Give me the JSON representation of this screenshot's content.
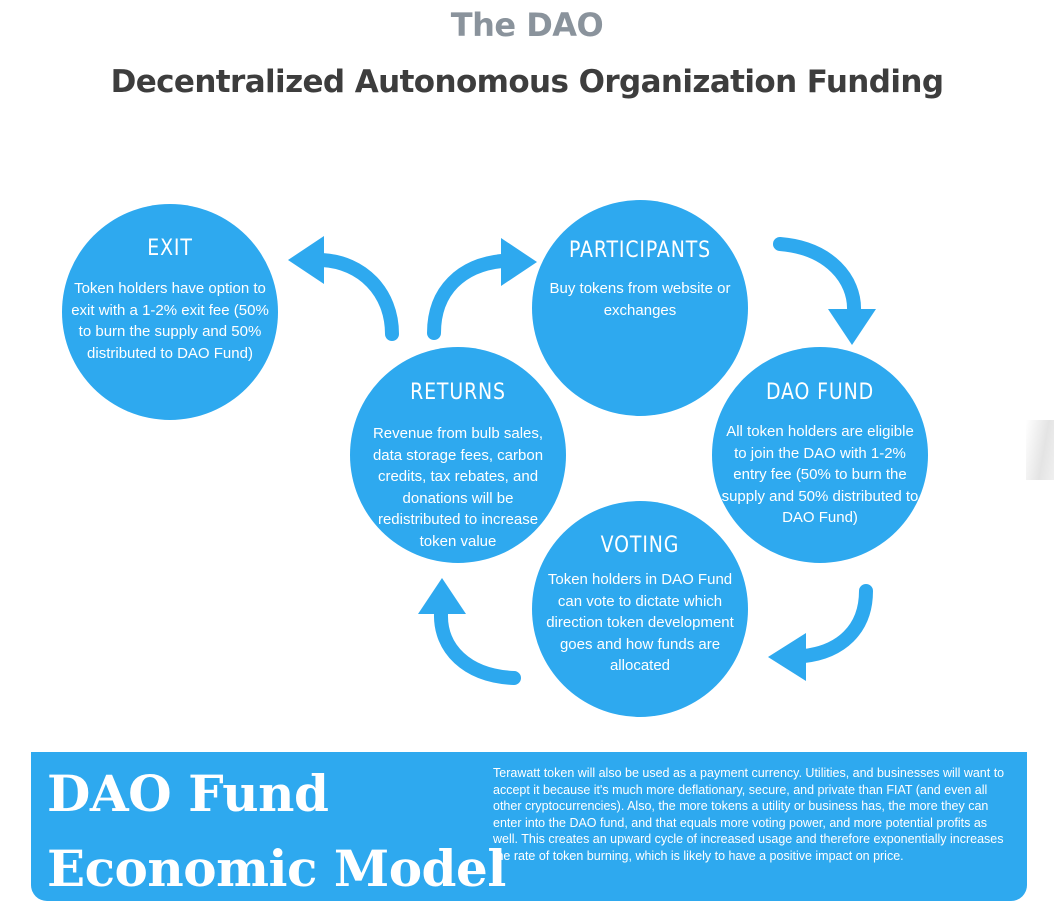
{
  "header": {
    "title": "The DAO",
    "subtitle": "Decentralized Autonomous Organization Funding"
  },
  "nodes": {
    "exit": {
      "title": "EXIT",
      "description": "Token holders have option to exit with a 1-2% exit fee (50% to burn the supply and 50% distributed to DAO Fund)"
    },
    "participants": {
      "title": "PARTICIPANTS",
      "description": "Buy tokens from website or exchanges"
    },
    "returns": {
      "title": "RETURNS",
      "description": "Revenue from bulb sales, data storage fees, carbon credits, tax rebates, and donations will be redistributed to increase token value"
    },
    "dao_fund": {
      "title": "DAO FUND",
      "description": "All token holders are eligible to join the DAO with 1-2% entry fee (50% to burn the supply and 50% distributed to DAO Fund)"
    },
    "voting": {
      "title": "VOTING",
      "description": "Token holders in DAO Fund can vote to dictate which direction token development goes and how funds are allocated"
    }
  },
  "banner": {
    "title_line1": "DAO Fund",
    "title_line2": "Economic Model",
    "text": "Terawatt token will also be used as a payment currency. Utilities, and businesses will want to accept it because it's much more deflationary, secure, and private than FIAT (and even all other cryptocurrencies). Also, the more tokens a utility or business has, the more they can enter into the DAO fund, and that equals more voting power, and more potential profits as well. This creates an upward cycle of increased usage and therefore exponentially increases the rate of token burning, which is likely to have a positive impact on price."
  },
  "colors": {
    "accent": "#2ea9ef",
    "title_gray": "#8a939c",
    "subtitle_dark": "#3d3d3d"
  }
}
